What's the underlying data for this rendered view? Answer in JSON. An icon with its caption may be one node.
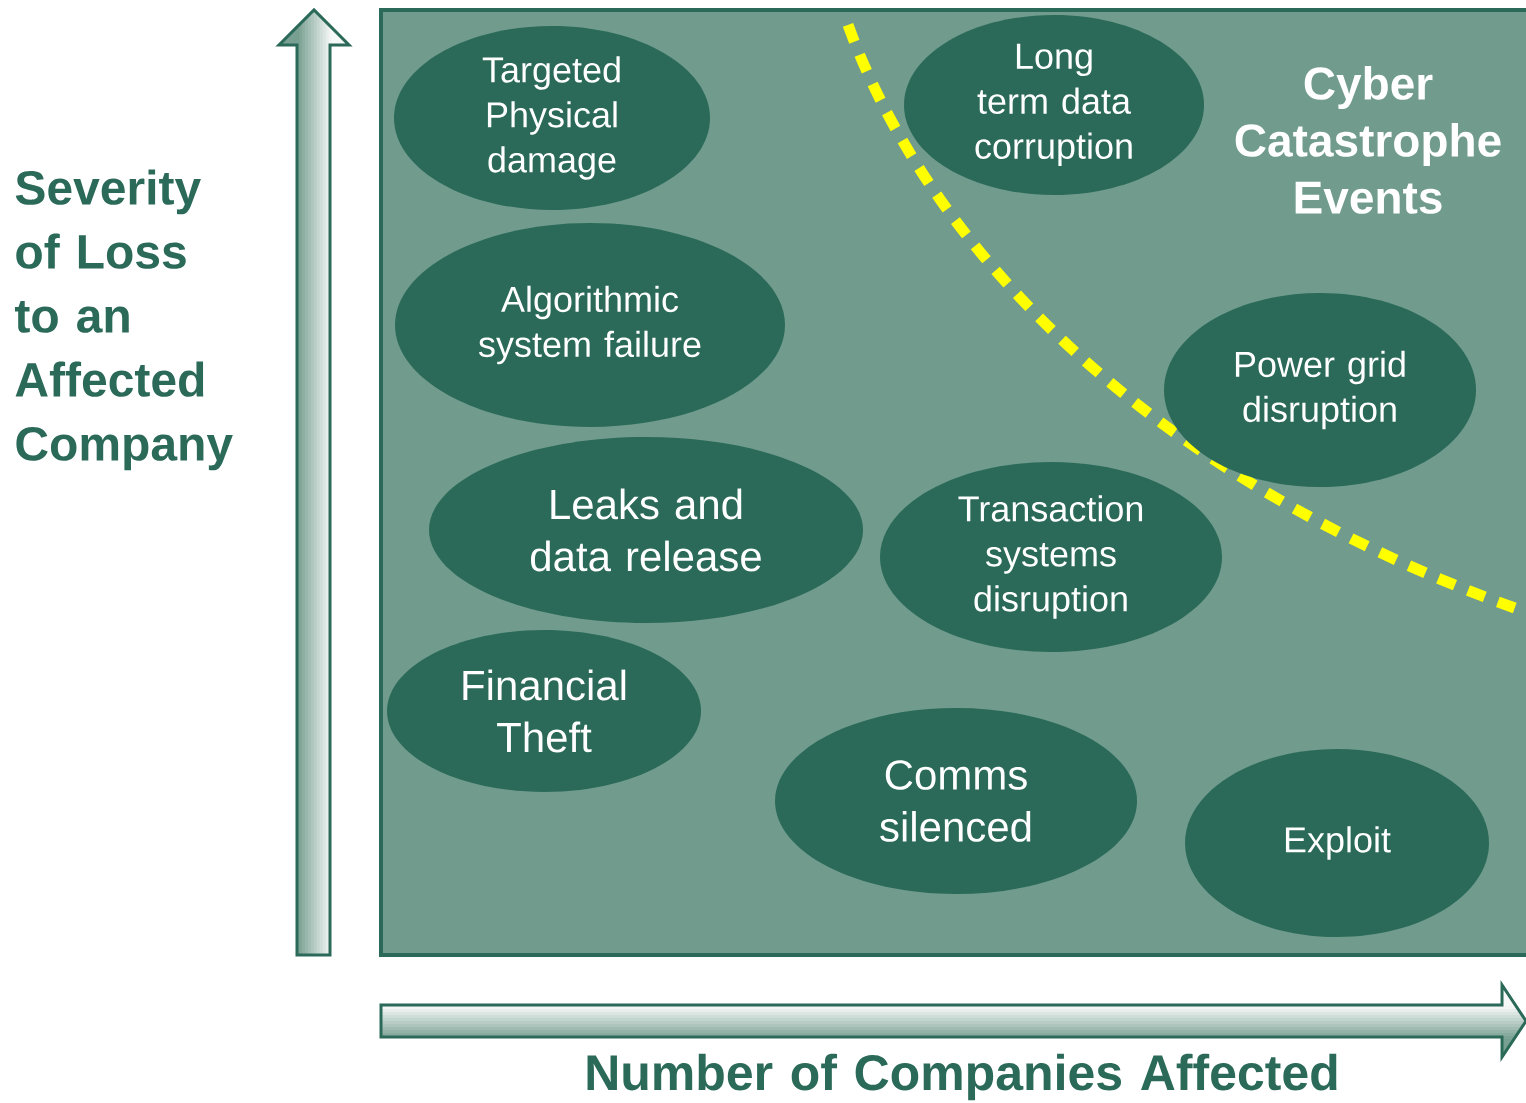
{
  "diagram": {
    "nodes": [
      {
        "text": [
          "Targeted Physical damage"
        ]
      },
      {
        "text": [
          "Algorithmic system failure"
        ]
      },
      {
        "text": [
          "Leaks and data release"
        ]
      },
      {
        "text": [
          "Financial Theft"
        ]
      },
      {
        "text": [
          "Long term data corruption"
        ]
      },
      {
        "text": [
          "Power grid disruption"
        ]
      },
      {
        "text": [
          "Transaction systems disruption"
        ]
      },
      {
        "text": [
          "Comms silenced"
        ]
      },
      {
        "text": [
          "Exploit"
        ]
      }
    ],
    "labels": [
      "Cyber Catastrophe Events",
      "Severity of Loss to an Affected Company",
      "Number of Companies Affected"
    ]
  }
}
